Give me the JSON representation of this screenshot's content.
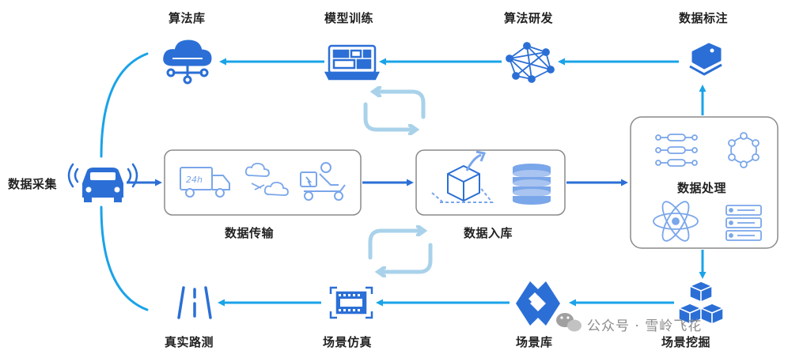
{
  "labels": {
    "algo_lib": "算法库",
    "model_train": "模型训练",
    "algo_dev": "算法研发",
    "data_label": "数据标注",
    "data_collect": "数据采集",
    "data_transfer": "数据传输",
    "data_ingest": "数据入库",
    "data_process": "数据处理",
    "road_test": "真实路测",
    "scene_sim": "场景仿真",
    "scene_lib": "场景库",
    "scene_mining": "场景挖掘"
  },
  "watermark": "公众号 · 雪岭飞花",
  "icons": {
    "truck_badge": "24h"
  },
  "colors": {
    "arrow": "#1aa3e8",
    "arrow_dark": "#2b6fd6",
    "icon": "#2b6fd6",
    "icon_light": "#7aa6ea",
    "box_border": "#8a8a8a",
    "cycle": "#a9d2ea"
  }
}
